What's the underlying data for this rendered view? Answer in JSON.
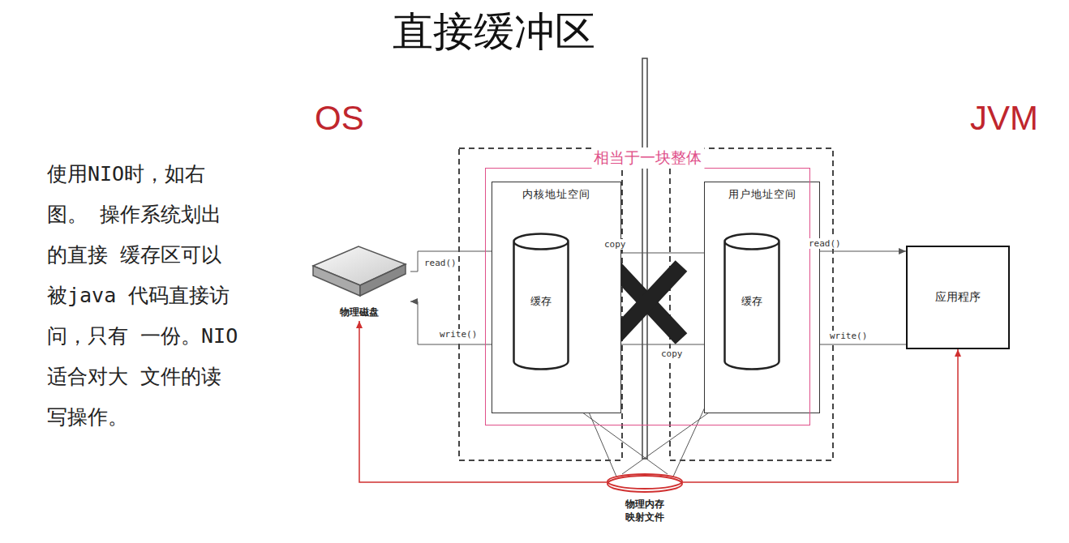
{
  "diagram": {
    "title": "直接缓冲区",
    "nodes": [
      {
        "text": [
          "物理磁盘"
        ]
      },
      {
        "text": [
          "内核地址空间"
        ]
      },
      {
        "text": [
          "缓存"
        ],
        "in": 1
      },
      {
        "text": [
          "用户地址空间"
        ]
      },
      {
        "text": [
          "缓存"
        ],
        "in": 3
      },
      {
        "text": [
          "应用程序"
        ]
      },
      {
        "text": [
          "物理内存 映射文件"
        ]
      },
      {
        "text": [
          "相当于一块整体"
        ]
      }
    ],
    "edges": [
      {
        "from": 0,
        "to": 2,
        "label": "read()",
        "arrow": "to"
      },
      {
        "from": 2,
        "to": 4,
        "label": "copy",
        "arrow": "to"
      },
      {
        "from": 4,
        "to": 2,
        "label": "copy",
        "arrow": "to"
      },
      {
        "from": 2,
        "to": 0,
        "label": "write()",
        "arrow": "to"
      },
      {
        "from": 4,
        "to": 5,
        "label": "read()",
        "arrow": "to"
      },
      {
        "from": 5,
        "to": 4,
        "label": "write()",
        "arrow": "to"
      },
      {
        "from": 6,
        "to": 0,
        "arrow": "to"
      },
      {
        "from": 6,
        "to": 5,
        "arrow": "to"
      },
      {
        "from": 2,
        "to": 6,
        "arrow": "none"
      },
      {
        "from": 2,
        "to": 6,
        "arrow": "none"
      },
      {
        "from": 4,
        "to": 6,
        "arrow": "none"
      },
      {
        "from": 4,
        "to": 6,
        "arrow": "none"
      }
    ],
    "labels": [
      "OS",
      "JVM",
      "使用NIO时，如右图。 操作系统划出的直接 缓存区可以被java 代码直接访问，只有 一份。NIO适合对大 文件的读写操作。"
    ]
  }
}
